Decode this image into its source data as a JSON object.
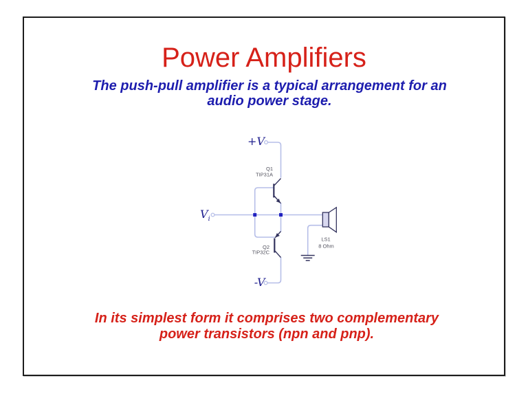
{
  "slide": {
    "title": "Power Amplifiers",
    "subtitle": {
      "line1": "The push-pull amplifier is a typical arrangement for an",
      "line2": "audio power stage."
    },
    "footer": {
      "line1": "In its simplest form it comprises two complementary",
      "line2": "power transistors (npn and pnp)."
    }
  },
  "circuit": {
    "labels": {
      "supply_positive": "+V",
      "supply_negative": "-V",
      "input_main": "V",
      "input_sub": "i",
      "q1_ref": "Q1",
      "q1_part": "TIP31A",
      "q2_ref": "Q2",
      "q2_part": "TIP32C",
      "speaker_ref": "LS1",
      "speaker_impedance": "8 Ohm"
    }
  },
  "colors": {
    "red": "#d62119",
    "blue": "#1d1dae",
    "border": "#1c1c1c",
    "wire": "#b6bee8",
    "component": "#33335e",
    "node": "#2222c0",
    "label": "#52525e",
    "vlabel": "#20208f",
    "speaker_fill": "#d8d8ef"
  }
}
